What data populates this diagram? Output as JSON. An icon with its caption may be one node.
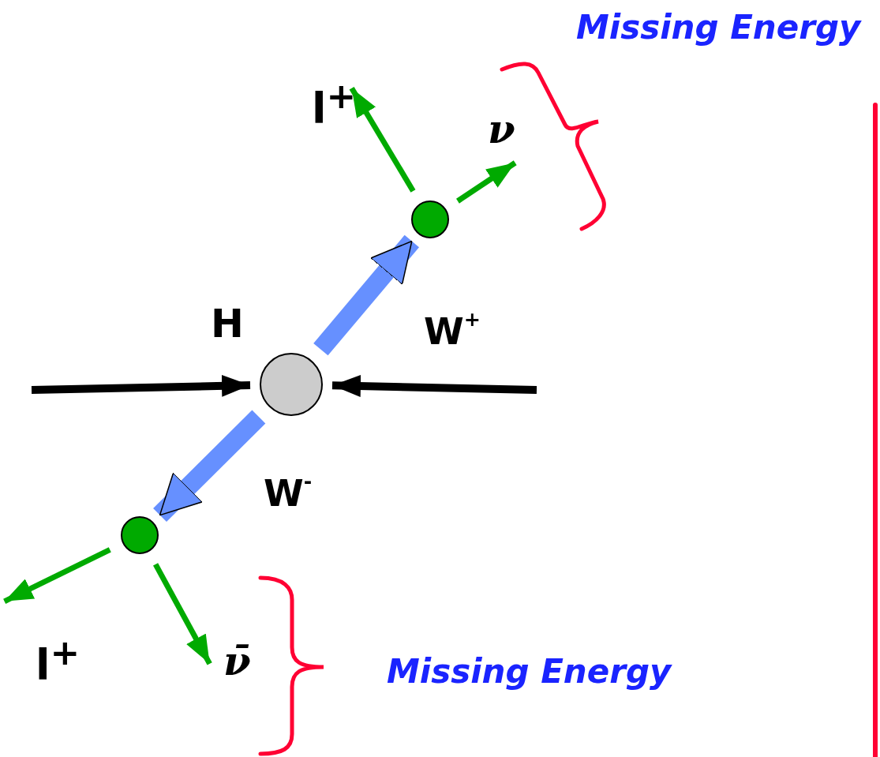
{
  "diagram": {
    "nodes": [
      {
        "text": [],
        "shape": "circle",
        "beside": [
          "H"
        ]
      },
      {
        "text": [],
        "shape": "circle"
      },
      {
        "text": [],
        "shape": "circle"
      },
      {
        "text": [
          "l$^{+}$"
        ]
      },
      {
        "text": [
          "ν"
        ]
      },
      {
        "text": [
          "l$^{+}$"
        ]
      },
      {
        "text": [
          "ν̄"
        ]
      }
    ],
    "edges": [
      {
        "from": null,
        "to": 0,
        "arrow": "to",
        "color": "#000000"
      },
      {
        "from": null,
        "to": 0,
        "arrow": "to",
        "color": "#000000"
      },
      {
        "from": 0,
        "to": 1,
        "arrow": "to",
        "style": "thick",
        "color": "#6690ff",
        "label": "W$^{+}$"
      },
      {
        "from": 0,
        "to": 2,
        "arrow": "to",
        "style": "thick",
        "color": "#6690ff",
        "label": "W$^{-}$"
      },
      {
        "from": 1,
        "to": 3,
        "arrow": "to"
      },
      {
        "from": 1,
        "to": 4,
        "arrow": "to"
      },
      {
        "from": 2,
        "to": 5,
        "arrow": "to"
      },
      {
        "from": 2,
        "to": 6,
        "arrow": "to"
      }
    ],
    "labels": [
      "Missing Energy",
      "Missing Energy"
    ]
  }
}
